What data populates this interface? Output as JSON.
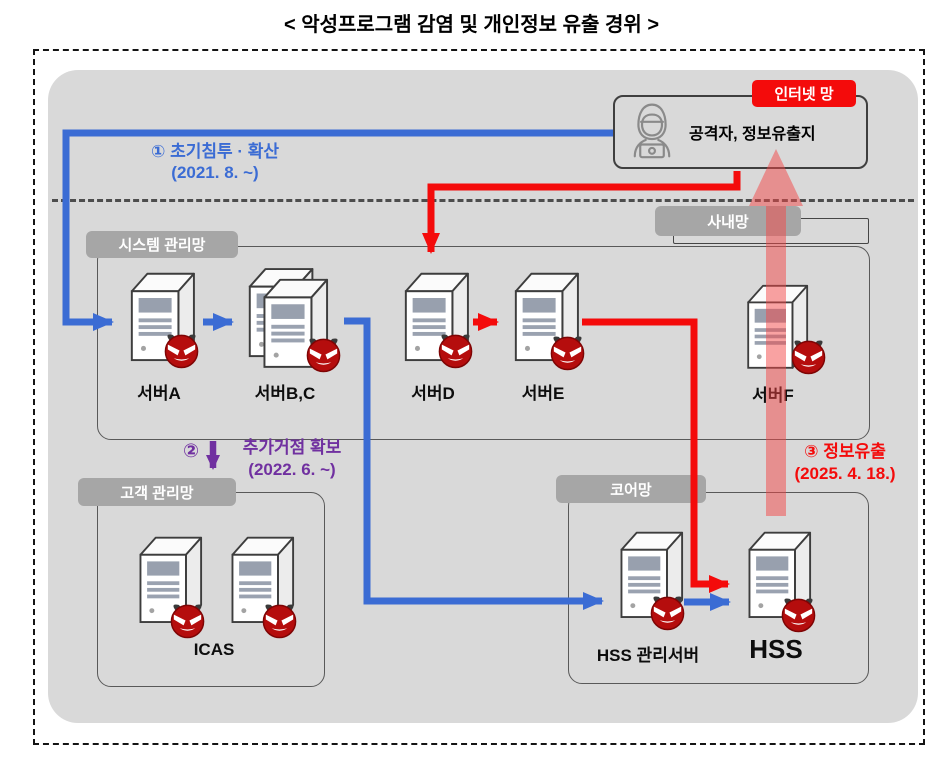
{
  "title": "< 악성프로그램 감염 및 개인정보 유출 경위 >",
  "colors": {
    "panel_bg": "#d9d9d9",
    "zone_label_bg": "#a6a6a6",
    "blue": "#3b6cd4",
    "red": "#f40b0b",
    "purple": "#7030a0",
    "pink": "rgba(244,70,70,0.5)",
    "devil": "#b50d0d"
  },
  "internet_zone": {
    "badge_label": "인터넷 망",
    "attacker_label": "공격자, 정보유출지"
  },
  "zones": {
    "system_mgmt": "시스템 관리망",
    "internal": "사내망",
    "customer_mgmt": "고객 관리망",
    "core": "코어망"
  },
  "steps": [
    {
      "num": "①",
      "label": "초기침투 · 확산",
      "date": "(2021. 8. ~)"
    },
    {
      "num": "②",
      "label": "추가거점 확보",
      "date": "(2022. 6. ~)"
    },
    {
      "num": "③",
      "label": "정보유출",
      "date": "(2025. 4. 18.)"
    }
  ],
  "servers": {
    "a": "서버A",
    "bc": "서버B,C",
    "d": "서버D",
    "e": "서버E",
    "f": "서버F",
    "icas": "ICAS",
    "hss_mgmt": "HSS 관리서버",
    "hss": "HSS"
  }
}
